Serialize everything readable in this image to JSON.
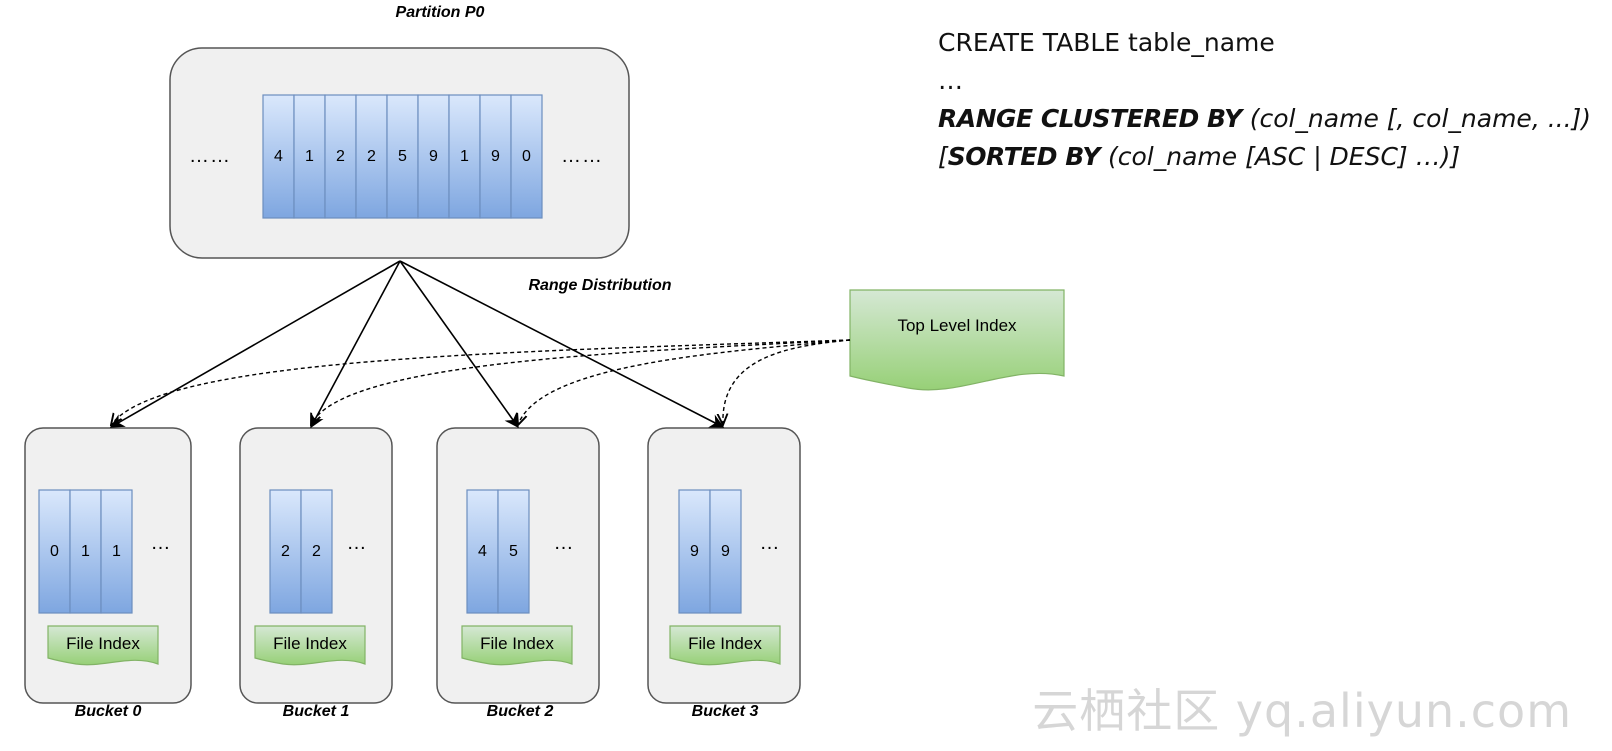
{
  "partition": {
    "title": "Partition P0",
    "values": [
      "4",
      "1",
      "2",
      "2",
      "5",
      "9",
      "1",
      "9",
      "0"
    ],
    "ellipsis_left": "……",
    "ellipsis_right": "……"
  },
  "distribution_label": "Range Distribution",
  "top_index": {
    "label": "Top Level Index"
  },
  "buckets": [
    {
      "label": "Bucket 0",
      "values": [
        "0",
        "1",
        "1"
      ],
      "ellipsis": "…",
      "index_label": "File Index"
    },
    {
      "label": "Bucket 1",
      "values": [
        "2",
        "2"
      ],
      "ellipsis": "…",
      "index_label": "File Index"
    },
    {
      "label": "Bucket 2",
      "values": [
        "4",
        "5"
      ],
      "ellipsis": "…",
      "index_label": "File Index"
    },
    {
      "label": "Bucket 3",
      "values": [
        "9",
        "9"
      ],
      "ellipsis": "…",
      "index_label": "File Index"
    }
  ],
  "sql": {
    "line1": "CREATE TABLE table_name",
    "line2": "…",
    "line3_kw": "RANGE CLUSTERED BY",
    "line3_rest": " (col_name [, col_name, ...])",
    "line4_open": "[",
    "line4_kw": "SORTED BY",
    "line4_rest": " (col_name [ASC | DESC] …)]"
  },
  "watermark": "云栖社区 yq.aliyun.com",
  "colors": {
    "container_fill": "#f0f0f0",
    "container_stroke": "#555555",
    "cell_top": "#dae8fc",
    "cell_bottom": "#7ea6e0",
    "cell_stroke": "#6c8ebf",
    "doc_top": "#d5e8d4",
    "doc_bottom": "#97d077",
    "doc_stroke": "#82b366"
  }
}
